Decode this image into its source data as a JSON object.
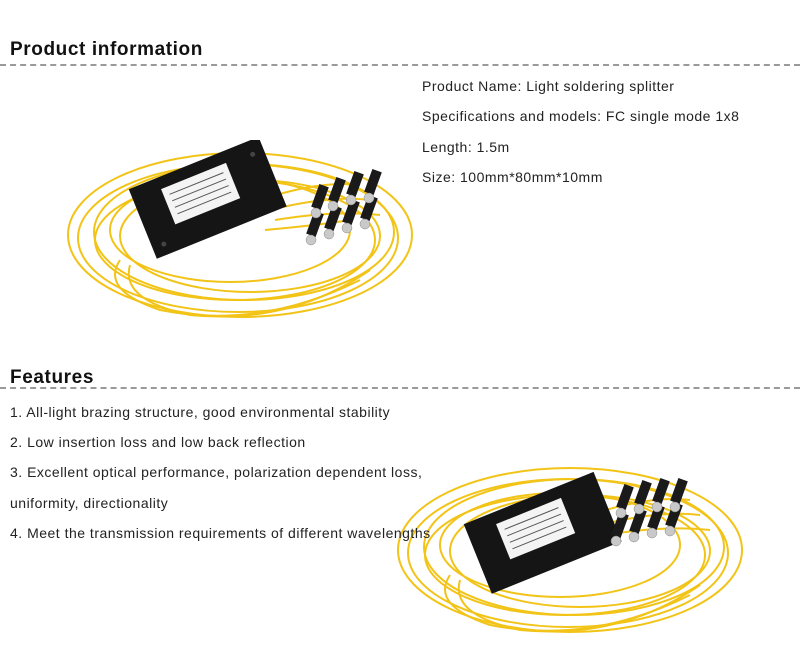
{
  "product_info": {
    "title": "Product information",
    "specs": [
      "Product Name: Light soldering splitter",
      "Specifications and models: FC single mode 1x8",
      "Length: 1.5m",
      "Size: 100mm*80mm*10mm"
    ]
  },
  "features": {
    "title": "Features",
    "items": [
      "1. All-light brazing structure, good environmental stability",
      "2. Low insertion loss and low back reflection",
      "3. Excellent optical performance, polarization dependent loss,",
      "uniformity, directionality",
      "4. Meet the transmission requirements of different wavelengths"
    ]
  },
  "colors": {
    "fiber": "#f2c418",
    "box": "#151515",
    "dash": "#9a9a9a"
  }
}
